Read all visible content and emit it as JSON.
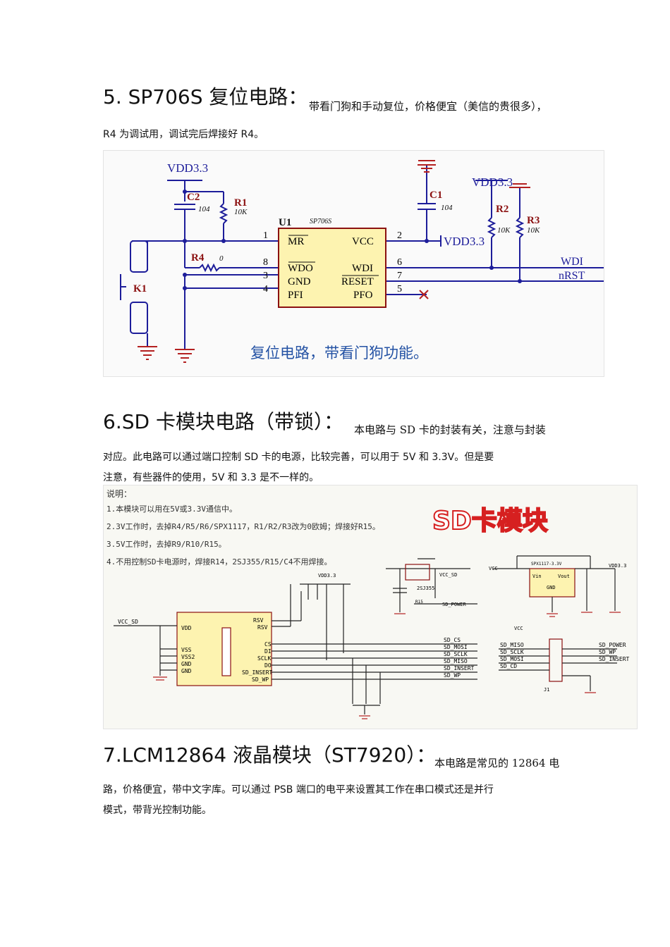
{
  "s5": {
    "title": "5. SP706S 复位电路：",
    "desc": "带看门狗和手动复位，价格便宜（美信的贵很多），",
    "line2": "R4 为调试用，调试完后焊接好 R4。",
    "schematic": {
      "vdd_left": "VDD3.3",
      "vdd_right": "VDD3.3",
      "vdd_pin2": "VDD3.3",
      "c2": "C2",
      "c2_val": "104",
      "r1": "R1",
      "r1_val": "10K",
      "c1": "C1",
      "c1_val": "104",
      "r2": "R2",
      "r2_val": "10K",
      "r3": "R3",
      "r3_val": "10K",
      "r4": "R4",
      "r4_val": "0",
      "k1": "K1",
      "u1": "U1",
      "chip": "SP706S",
      "pins_left": [
        "MR",
        "WDO",
        "GND",
        "PFI"
      ],
      "pins_right": [
        "VCC",
        "WDI",
        "RESET",
        "PFO"
      ],
      "pinnums_left": [
        "1",
        "8",
        "3",
        "4"
      ],
      "pinnums_right": [
        "2",
        "6",
        "7",
        "5"
      ],
      "net_wdi": "WDI",
      "net_nrst": "nRST",
      "caption": "复位电路，带看门狗功能。"
    }
  },
  "s6": {
    "title": "6.SD 卡模块电路（带锁）：",
    "desc": "本电路与 SD 卡的封装有关，注意与封装",
    "line2": "对应。此电路可以通过端口控制 SD 卡的电源，比较完善，可以用于 5V 和 3.3V。但是要",
    "line3": "注意，有些器件的使用，5V 和 3.3 是不一样的。",
    "schematic": {
      "notes_title": "说明：",
      "notes": [
        "1.本模块可以用在5V或3.3V通信中。",
        "2.3V工作时，去掉R4/R5/R6/SPX1117，R1/R2/R3改为0欧姆；焊接好R15。",
        "3.5V工作时，去掉R9/R10/R15。",
        "4.不用控制SD卡电源时，焊接R14，2SJ355/R15/C4不用焊接。"
      ],
      "banner": "SD卡模块",
      "vcc_sd": "VCC_SD",
      "card_left": [
        "VDD",
        "VSS",
        "VSS2",
        "GND",
        "GND"
      ],
      "card_right": [
        "RSV",
        "RSV",
        "CS",
        "DI",
        "SCLK",
        "DO",
        "SD_INSERT",
        "SD_WP"
      ],
      "nets": [
        "SD_CS",
        "SD_MOSI",
        "SD_SCLK",
        "SD_MISO",
        "SD_INSERT",
        "SD_WP"
      ],
      "conn_left": [
        "SD_MISO",
        "SD_SCLK",
        "SD_MOSI",
        "SD_CD"
      ],
      "conn_right": [
        "SD_POWER",
        "SD_WP",
        "SD_INSERT"
      ],
      "vdd33": "VDD3.3",
      "vcc": "VCC",
      "reg": "SPX1117-3.3V",
      "vin": "Vin",
      "vout": "Vout",
      "gnd": "GND",
      "mosfet": "2SJ355",
      "sd_power": "SD_POWER",
      "vcc_sd2": "VCC_SD",
      "j1": "J1",
      "r15": "R15"
    }
  },
  "s7": {
    "title": "7.LCM12864 液晶模块（ST7920）：",
    "desc": "本电路是常见的 12864 电",
    "line2": "路，价格便宜，带中文字库。可以通过 PSB 端口的电平来设置其工作在串口模式还是并行",
    "line3": "模式，带背光控制功能。"
  },
  "colors": {
    "wire": "#1d1d9a",
    "chip_fill": "#fdf3b0",
    "chip_border": "#8b1010",
    "label_red": "#8b1010",
    "caption_blue": "#2452a4",
    "banner_red": "#d62020"
  }
}
